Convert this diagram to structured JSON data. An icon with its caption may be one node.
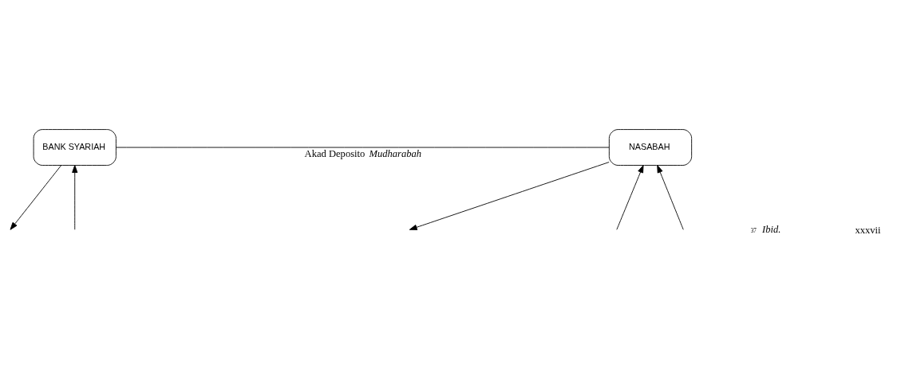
{
  "diagram": {
    "nodes": [
      {
        "text": [
          "BANK SYARIAH"
        ]
      },
      {
        "text": [
          "NASABAH"
        ]
      }
    ],
    "edges": [
      {
        "from": 0,
        "to": 1,
        "arrow": "none",
        "label": "Akad Deposito *Mudharabah*"
      },
      {
        "from": 0,
        "to": null,
        "arrow": "to"
      },
      {
        "from": null,
        "to": 0,
        "arrow": "to"
      },
      {
        "from": 1,
        "to": null,
        "arrow": "to"
      },
      {
        "from": null,
        "to": 1,
        "arrow": "to"
      },
      {
        "from": null,
        "to": 1,
        "arrow": "to"
      }
    ],
    "labels": [
      "$^{37}$ *Ibid.*",
      "xxxvii"
    ]
  }
}
